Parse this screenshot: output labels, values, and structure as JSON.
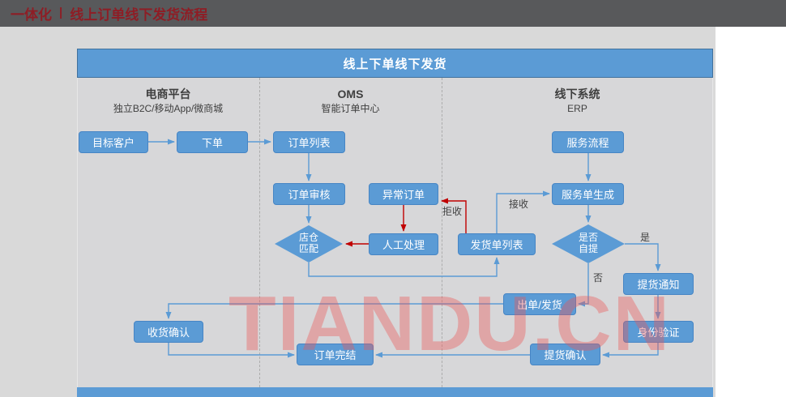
{
  "header": {
    "brand": "一体化",
    "divider": "|",
    "title": "线上订单线下发货流程"
  },
  "diagram": {
    "title": "线上下单线下发货",
    "lanes": [
      {
        "line1": "电商平台",
        "line2": "独立B2C/移动App/微商城"
      },
      {
        "line1": "OMS",
        "line2": "智能订单中心"
      },
      {
        "line1": "线下系统",
        "line2": "ERP"
      }
    ],
    "nodes": {
      "target_customer": "目标客户",
      "place_order": "下单",
      "order_list": "订单列表",
      "order_review": "订单审核",
      "abnormal_order": "异常订单",
      "store_warehouse_match": "店仓\n匹配",
      "manual_handling": "人工处理",
      "shipping_list": "发货单列表",
      "service_flow": "服务流程",
      "service_order_gen": "服务单生成",
      "self_pickup": "是否\n自提",
      "pickup_notice": "提货通知",
      "identity_verify": "身份验证",
      "ship_out": "出单/发货",
      "receipt_confirm": "收货确认",
      "order_complete": "订单完结",
      "pickup_confirm": "提货确认"
    },
    "edge_labels": {
      "reject": "拒收",
      "accept": "接收",
      "yes": "是",
      "no": "否"
    },
    "colors": {
      "node_blue": "#5B9BD5",
      "arrow_red": "#C00000",
      "header_maroon": "#8E1D25",
      "background_gray": "#D9D9D9"
    }
  },
  "watermark": "TIANDU.CN"
}
